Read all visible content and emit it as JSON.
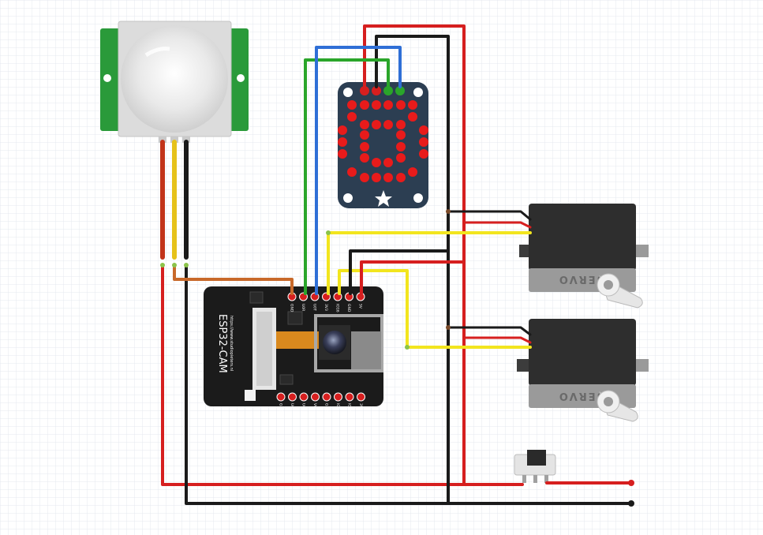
{
  "board": {
    "name": "ESP32-CAM",
    "url": "https://www.studiopieters.nl",
    "top_pins": [
      "GND",
      "U0R",
      "U0T",
      "3V3",
      "IO16",
      "GND",
      "5V"
    ],
    "bottom_pins": [
      "GND",
      "U0T",
      "U0R",
      "VCC",
      "GND",
      "IO0",
      "IO16",
      "3V3"
    ]
  },
  "servo_1": {
    "label": "SERVO"
  },
  "servo_2": {
    "label": "SERVO"
  },
  "colors": {
    "wire_red": "#d61f1f",
    "wire_black": "#1a1a1a",
    "wire_yellow": "#f2e51e",
    "wire_green": "#2aa52a",
    "wire_blue": "#2f6fd6",
    "wire_orange": "#c8692a",
    "pir_board": "#2a9a3a",
    "matrix_board": "#2c3e52",
    "led_red": "#e81b1b",
    "servo_body": "#2e2e2e",
    "servo_tab": "#9a9a9a",
    "esp_board": "#1b1b1b"
  }
}
